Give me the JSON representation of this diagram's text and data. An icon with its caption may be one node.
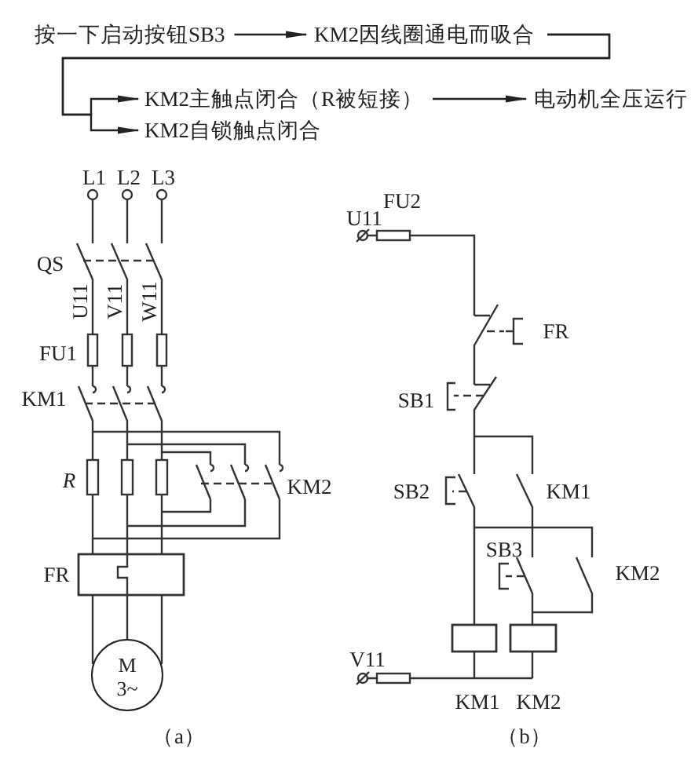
{
  "diagram": {
    "nodes": [
      {
        "text": [
          "按一下启动按钮SB3"
        ]
      },
      {
        "text": [
          "KM2因线圈通电而吸合"
        ]
      },
      {
        "text": [
          "KM2主触点闭合（R被短接）"
        ]
      },
      {
        "text": [
          "电动机全压运行"
        ]
      },
      {
        "text": [
          "KM2自锁触点闭合"
        ]
      },
      {
        "text": [
          "M",
          "3~"
        ]
      }
    ],
    "edges": [
      {
        "from": 0,
        "to": 1,
        "arrow": "to"
      },
      {
        "from": 1,
        "to": 2,
        "arrow": "to"
      },
      {
        "from": 2,
        "to": 3,
        "arrow": "to"
      },
      {
        "from": 1,
        "to": 4,
        "arrow": "to"
      }
    ],
    "labels": [
      "L1",
      "L2",
      "L3",
      "QS",
      "U11",
      "V11",
      "W11",
      "FU1",
      "KM1",
      "R",
      "KM2",
      "FR",
      "（a）",
      "U11",
      "FU2",
      "FR",
      "SB1",
      "SB2",
      "KM1",
      "SB3",
      "KM2",
      "V11",
      "KM1",
      "KM2",
      "（b）"
    ]
  }
}
